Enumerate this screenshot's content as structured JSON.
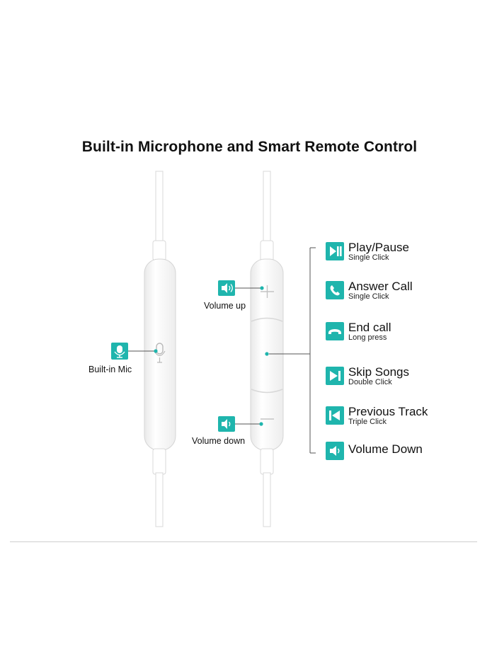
{
  "title": "Built-in Microphone and Smart Remote Control",
  "labels": {
    "mic": "Built-in Mic",
    "volume_up": "Volume up",
    "volume_down": "Volume down"
  },
  "functions": [
    {
      "name": "Play/Pause",
      "action": "Single Click",
      "icon": "play-pause-icon"
    },
    {
      "name": "Answer Call",
      "action": "Single Click",
      "icon": "phone-answer-icon"
    },
    {
      "name": "End call",
      "action": "Long press",
      "icon": "phone-hangup-icon"
    },
    {
      "name": "Skip Songs",
      "action": "Double Click",
      "icon": "skip-next-icon"
    },
    {
      "name": "Previous Track",
      "action": "Triple Click",
      "icon": "skip-previous-icon"
    },
    {
      "name": "Volume Down",
      "action": "",
      "icon": "speaker-low-icon"
    }
  ],
  "colors": {
    "accent": "#1fb5ad",
    "wave_top": "#17c8dc",
    "wave_mid": "#5c3fd6",
    "wave_bottom": "#f0208a"
  }
}
